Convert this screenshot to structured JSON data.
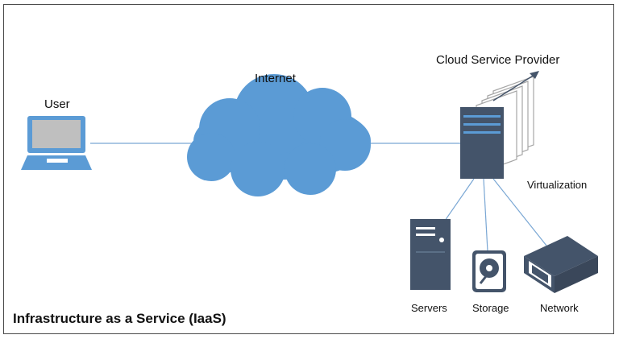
{
  "diagram": {
    "title": "Infrastructure as a Service (IaaS)",
    "nodes": {
      "user": "User",
      "internet": "Internet",
      "provider": "Cloud Service Provider",
      "virtualization": "Virtualization",
      "servers": "Servers",
      "storage": "Storage",
      "network": "Network"
    },
    "icons": {
      "user": "laptop-icon",
      "internet": "cloud-icon",
      "provider": "server-stack-icon",
      "servers": "tower-server-icon",
      "storage": "hard-drive-icon",
      "network": "network-device-icon"
    },
    "colors": {
      "accent": "#5b9bd5",
      "dark": "#44546a",
      "connector": "#7aa7d4"
    }
  }
}
